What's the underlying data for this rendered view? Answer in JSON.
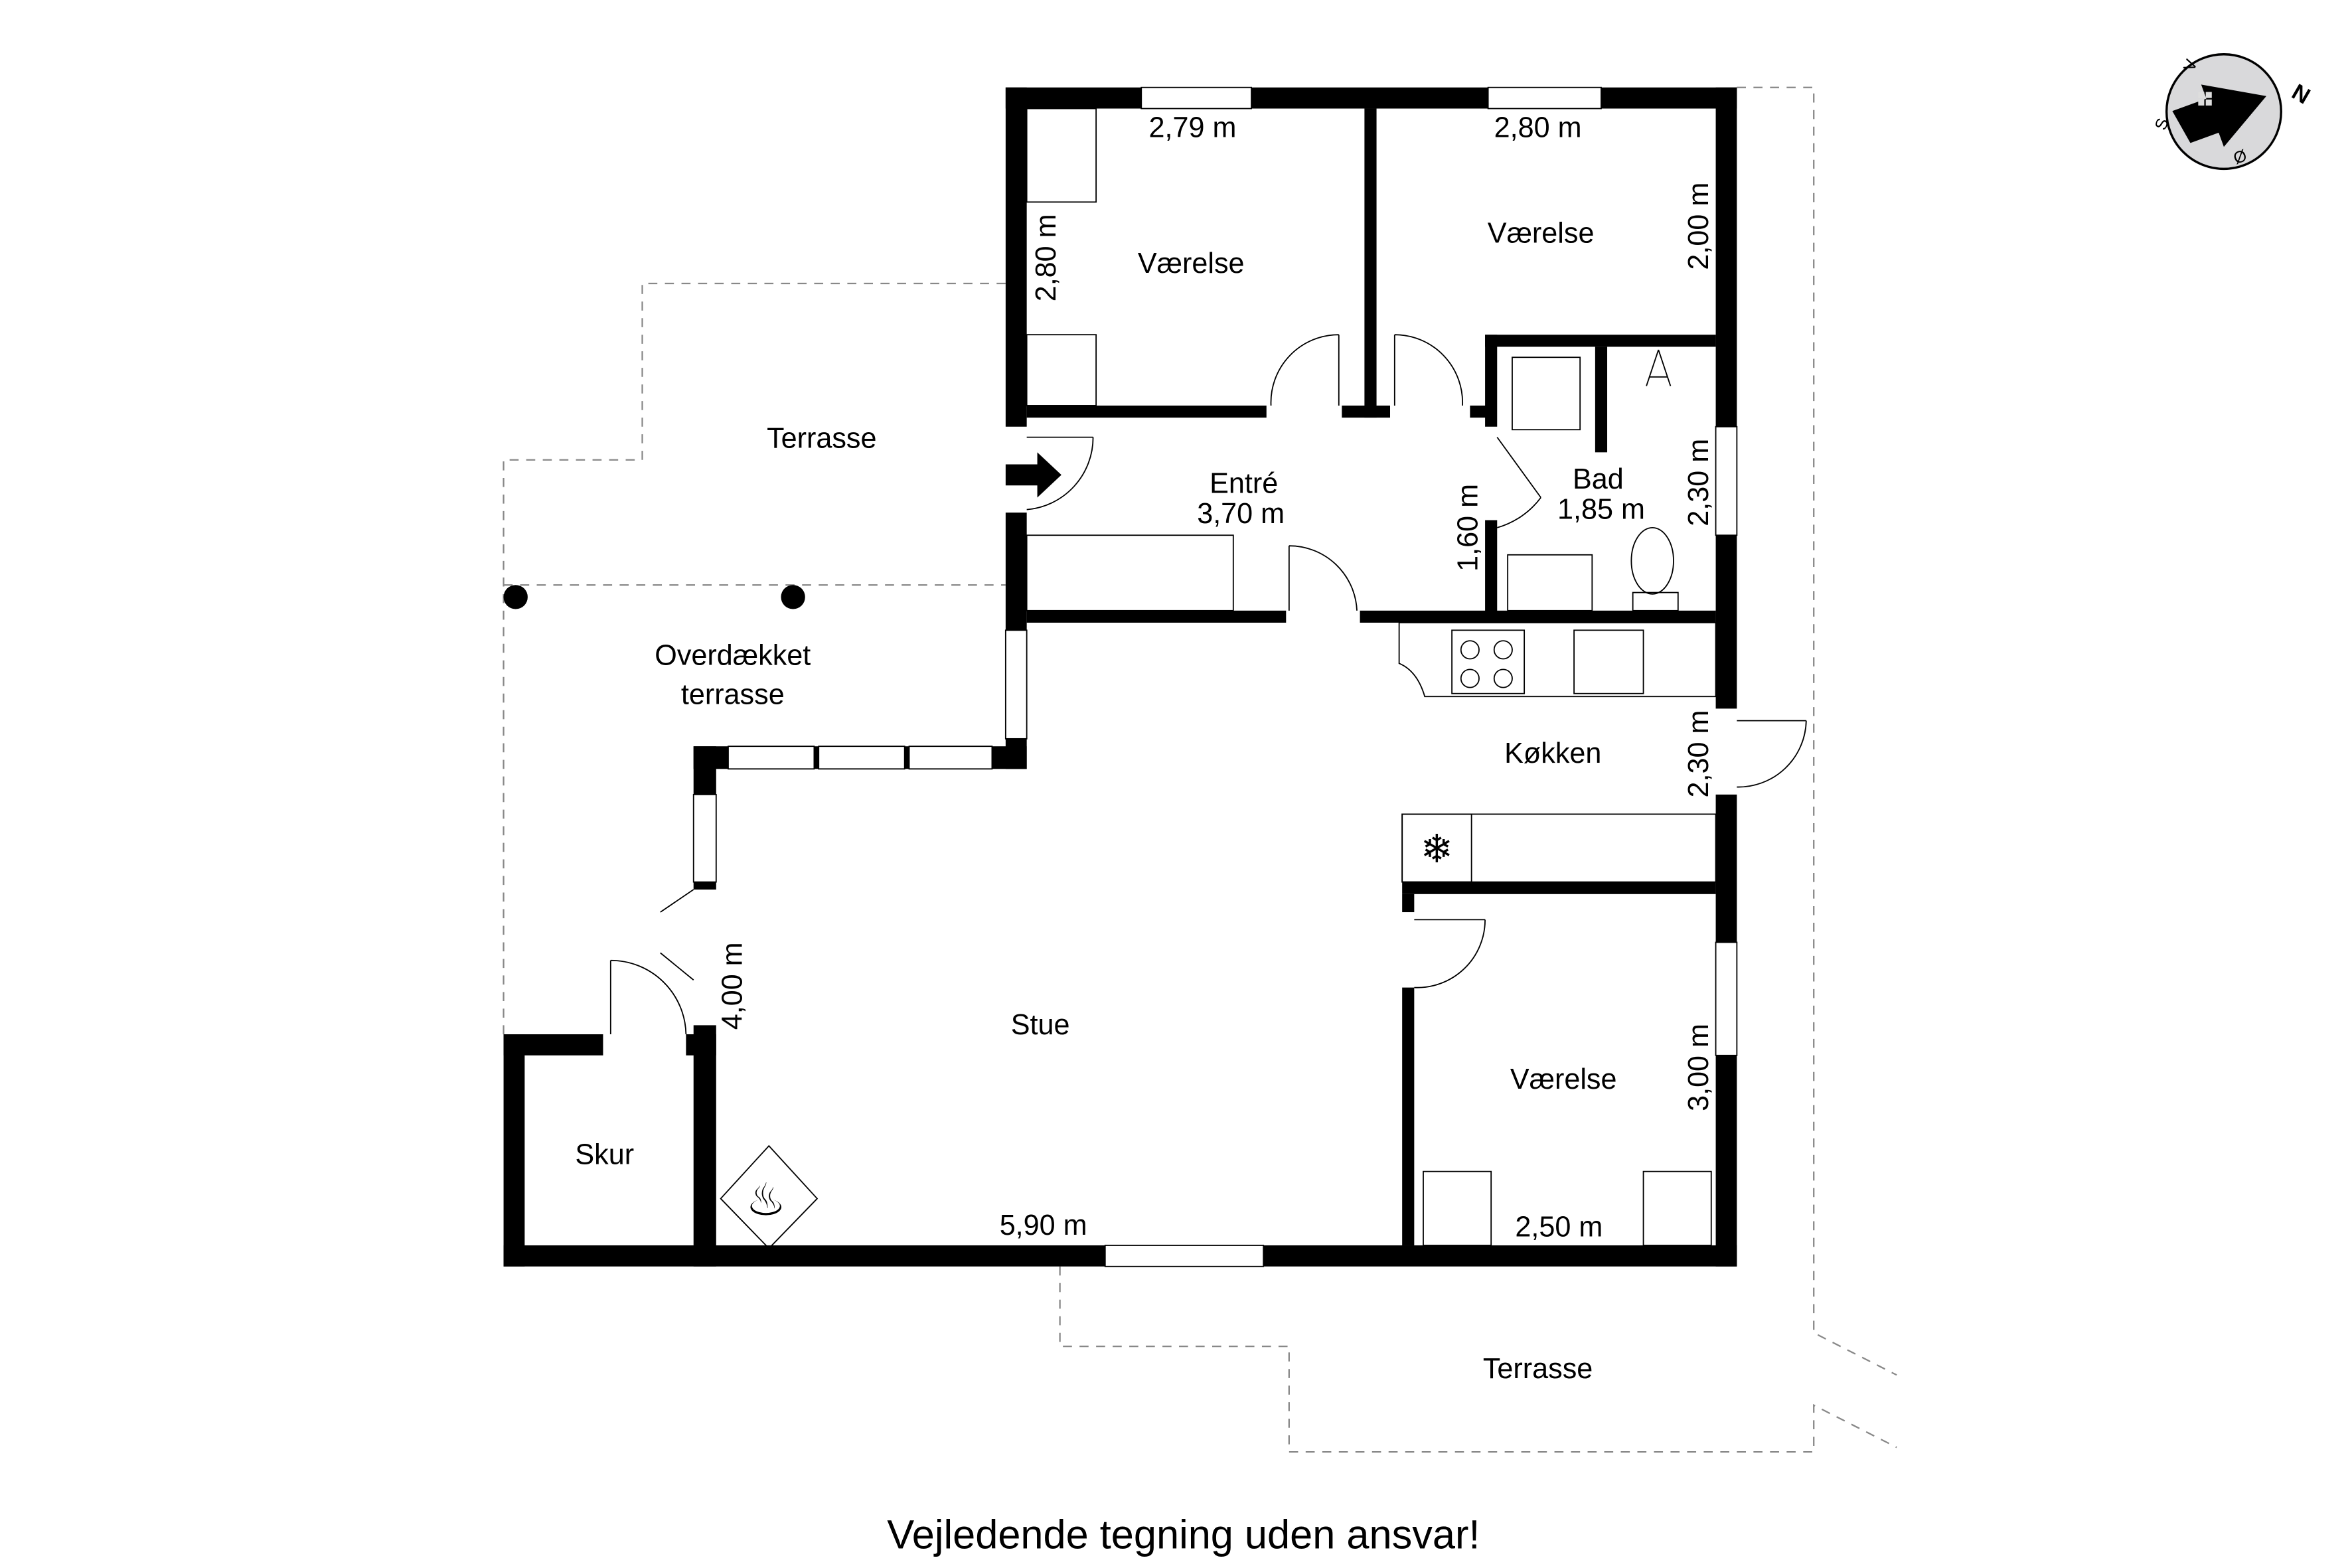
{
  "rooms": {
    "bedroom1": "Værelse",
    "bedroom2": "Værelse",
    "bedroom3": "Værelse",
    "terrace_top": "Terrasse",
    "covered_terrace_1": "Overdækket",
    "covered_terrace_2": "terrasse",
    "entry": "Entré",
    "bath": "Bad",
    "kitchen": "Køkken",
    "living": "Stue",
    "shed": "Skur",
    "terrace_bottom": "Terrasse"
  },
  "dimensions": {
    "bedroom1_width": "2,79 m",
    "bedroom1_depth": "2,80 m",
    "bedroom2_width": "2,80 m",
    "bedroom2_depth": "2,00 m",
    "entry_width": "3,70 m",
    "entry_depth": "1,60 m",
    "bath_width": "1,85 m",
    "bath_depth": "2,30 m",
    "kitchen_depth": "2,30 m",
    "living_width": "5,90 m",
    "living_depth": "4,00 m",
    "bedroom3_width": "2,50 m",
    "bedroom3_depth": "3,00 m"
  },
  "compass": {
    "n": "N",
    "s": "S",
    "e": "Ø",
    "w": "V"
  },
  "disclaimer": "Vejledende tegning uden ansvar!"
}
